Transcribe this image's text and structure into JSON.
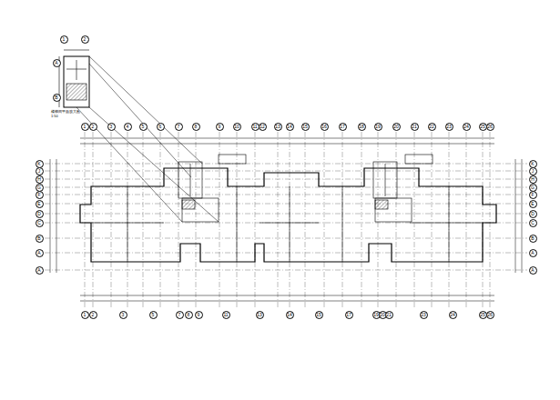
{
  "diagram": {
    "nodes": [
      {
        "text": [
          "1"
        ]
      },
      {
        "text": [
          "2"
        ]
      },
      {
        "text": [
          "A"
        ]
      },
      {
        "text": [
          "B"
        ]
      },
      {
        "text": [
          "1"
        ]
      },
      {
        "text": [
          "2"
        ]
      },
      {
        "text": [
          "3"
        ]
      },
      {
        "text": [
          "4"
        ]
      },
      {
        "text": [
          "5"
        ]
      },
      {
        "text": [
          "6"
        ]
      },
      {
        "text": [
          "7"
        ]
      },
      {
        "text": [
          "8"
        ]
      },
      {
        "text": [
          "9"
        ]
      },
      {
        "text": [
          "10"
        ]
      },
      {
        "text": [
          "11"
        ]
      },
      {
        "text": [
          "12"
        ]
      },
      {
        "text": [
          "13"
        ]
      },
      {
        "text": [
          "14"
        ]
      },
      {
        "text": [
          "15"
        ]
      },
      {
        "text": [
          "16"
        ]
      },
      {
        "text": [
          "17"
        ]
      },
      {
        "text": [
          "18"
        ]
      },
      {
        "text": [
          "19"
        ]
      },
      {
        "text": [
          "20"
        ]
      },
      {
        "text": [
          "21"
        ]
      },
      {
        "text": [
          "22"
        ]
      },
      {
        "text": [
          "23"
        ]
      },
      {
        "text": [
          "24"
        ]
      },
      {
        "text": [
          "25"
        ]
      },
      {
        "text": [
          "26"
        ]
      },
      {
        "text": [
          "K"
        ]
      },
      {
        "text": [
          "J"
        ]
      },
      {
        "text": [
          "H"
        ]
      },
      {
        "text": [
          "G"
        ]
      },
      {
        "text": [
          "F"
        ]
      },
      {
        "text": [
          "E"
        ]
      },
      {
        "text": [
          "D"
        ]
      },
      {
        "text": [
          "C"
        ]
      },
      {
        "text": [
          "B"
        ]
      },
      {
        "text": [
          "A"
        ]
      },
      {
        "text": [
          "A"
        ]
      },
      {
        "text": [
          "K"
        ]
      },
      {
        "text": [
          "J"
        ]
      },
      {
        "text": [
          "H"
        ]
      },
      {
        "text": [
          "G"
        ]
      },
      {
        "text": [
          "F"
        ]
      },
      {
        "text": [
          "E"
        ]
      },
      {
        "text": [
          "D"
        ]
      },
      {
        "text": [
          "C"
        ]
      },
      {
        "text": [
          "B"
        ]
      },
      {
        "text": [
          "A"
        ]
      },
      {
        "text": [
          "A"
        ]
      },
      {
        "text": [
          "1"
        ]
      },
      {
        "text": [
          "2"
        ]
      },
      {
        "text": [
          "3"
        ]
      },
      {
        "text": [
          "5"
        ]
      },
      {
        "text": [
          "7"
        ]
      },
      {
        "text": [
          "8"
        ]
      },
      {
        "text": [
          "9"
        ]
      },
      {
        "text": [
          "11"
        ]
      },
      {
        "text": [
          "13"
        ]
      },
      {
        "text": [
          "14"
        ]
      },
      {
        "text": [
          "15"
        ]
      },
      {
        "text": [
          "17"
        ]
      },
      {
        "text": [
          "19"
        ]
      },
      {
        "text": [
          "20"
        ]
      },
      {
        "text": [
          "21"
        ]
      },
      {
        "text": [
          "23"
        ]
      },
      {
        "text": [
          "24"
        ]
      },
      {
        "text": [
          "25"
        ]
      },
      {
        "text": [
          "26"
        ]
      }
    ],
    "labels": [
      "楼梯间平面放大图",
      "1:50"
    ]
  }
}
